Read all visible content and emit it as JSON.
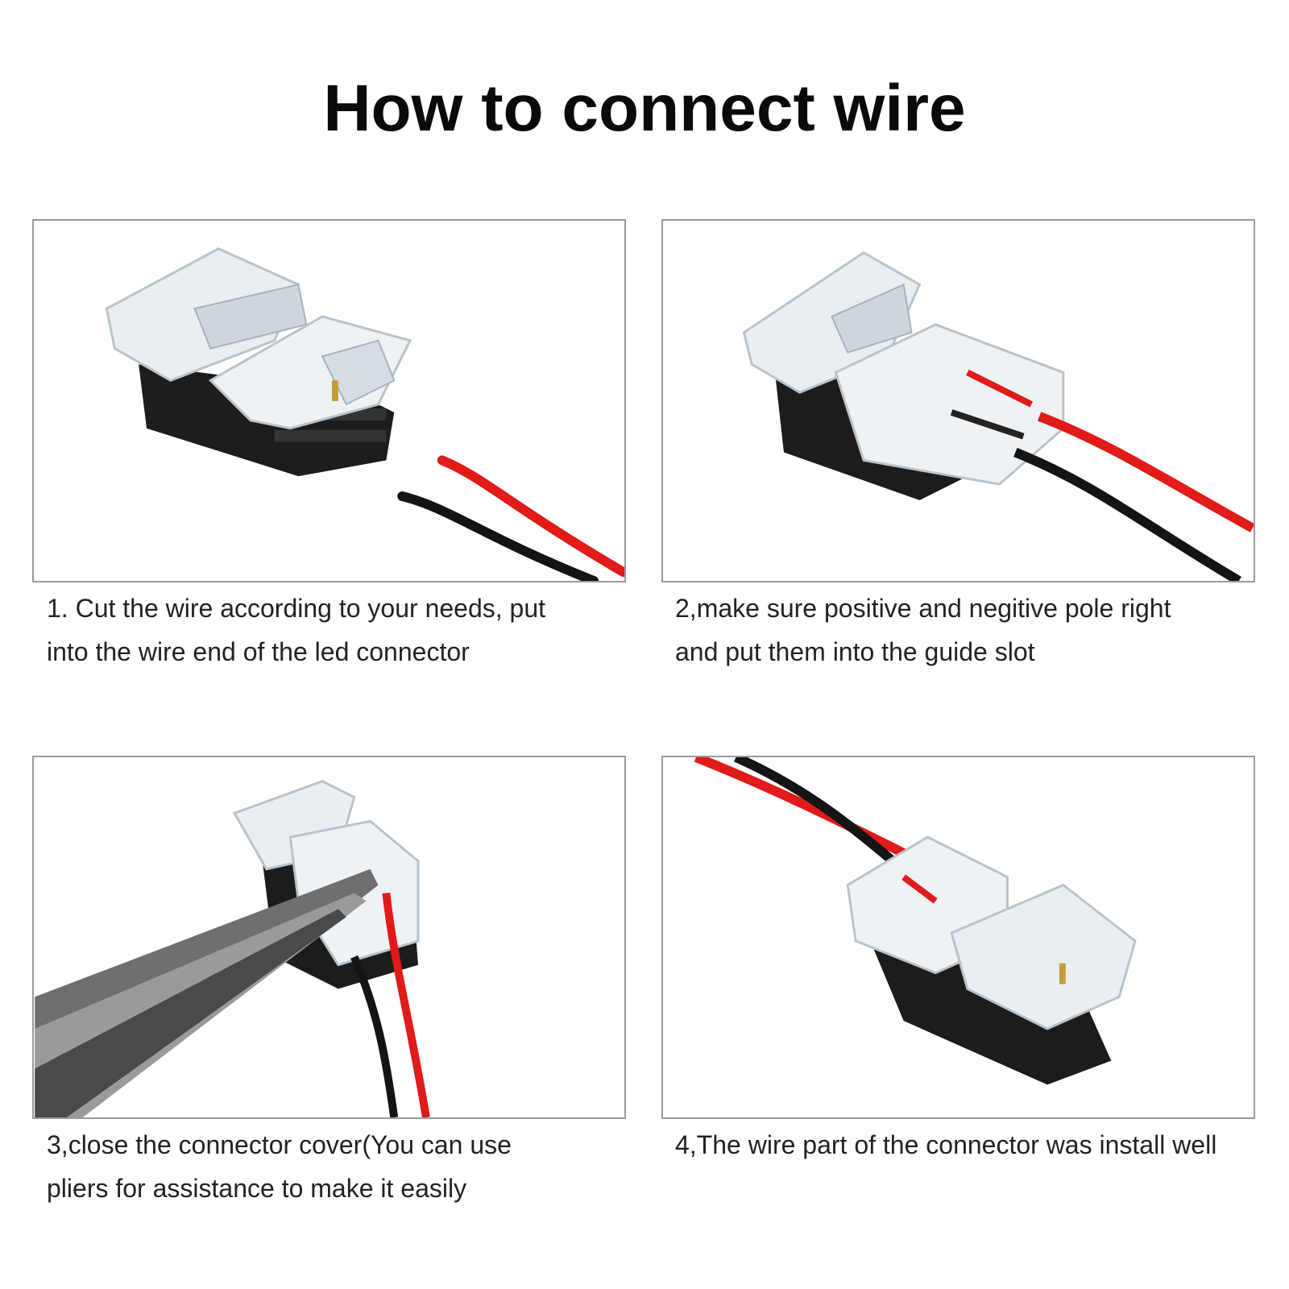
{
  "title": "How to connect wire",
  "steps": [
    {
      "lines": [
        "1. Cut the wire according to your needs, put",
        "into the wire end of the led connector"
      ]
    },
    {
      "lines": [
        "2,make sure positive and negitive pole right",
        "and put them into the guide slot"
      ]
    },
    {
      "lines": [
        "3,close the connector cover(You can use",
        "pliers for assistance to make it easily"
      ]
    },
    {
      "lines": [
        "4,The wire part of the connector was install well"
      ]
    }
  ],
  "colors": {
    "wire_red": "#e11a1a",
    "wire_black": "#141414",
    "connector_black": "#1c1c1c",
    "clear_plastic": "#e9eef2",
    "panel_border": "#9a9a9a"
  },
  "icons": [
    "connector-photo-open",
    "connector-photo-wires-inserted",
    "pliers-closing-cover-photo",
    "connector-photo-installed"
  ]
}
